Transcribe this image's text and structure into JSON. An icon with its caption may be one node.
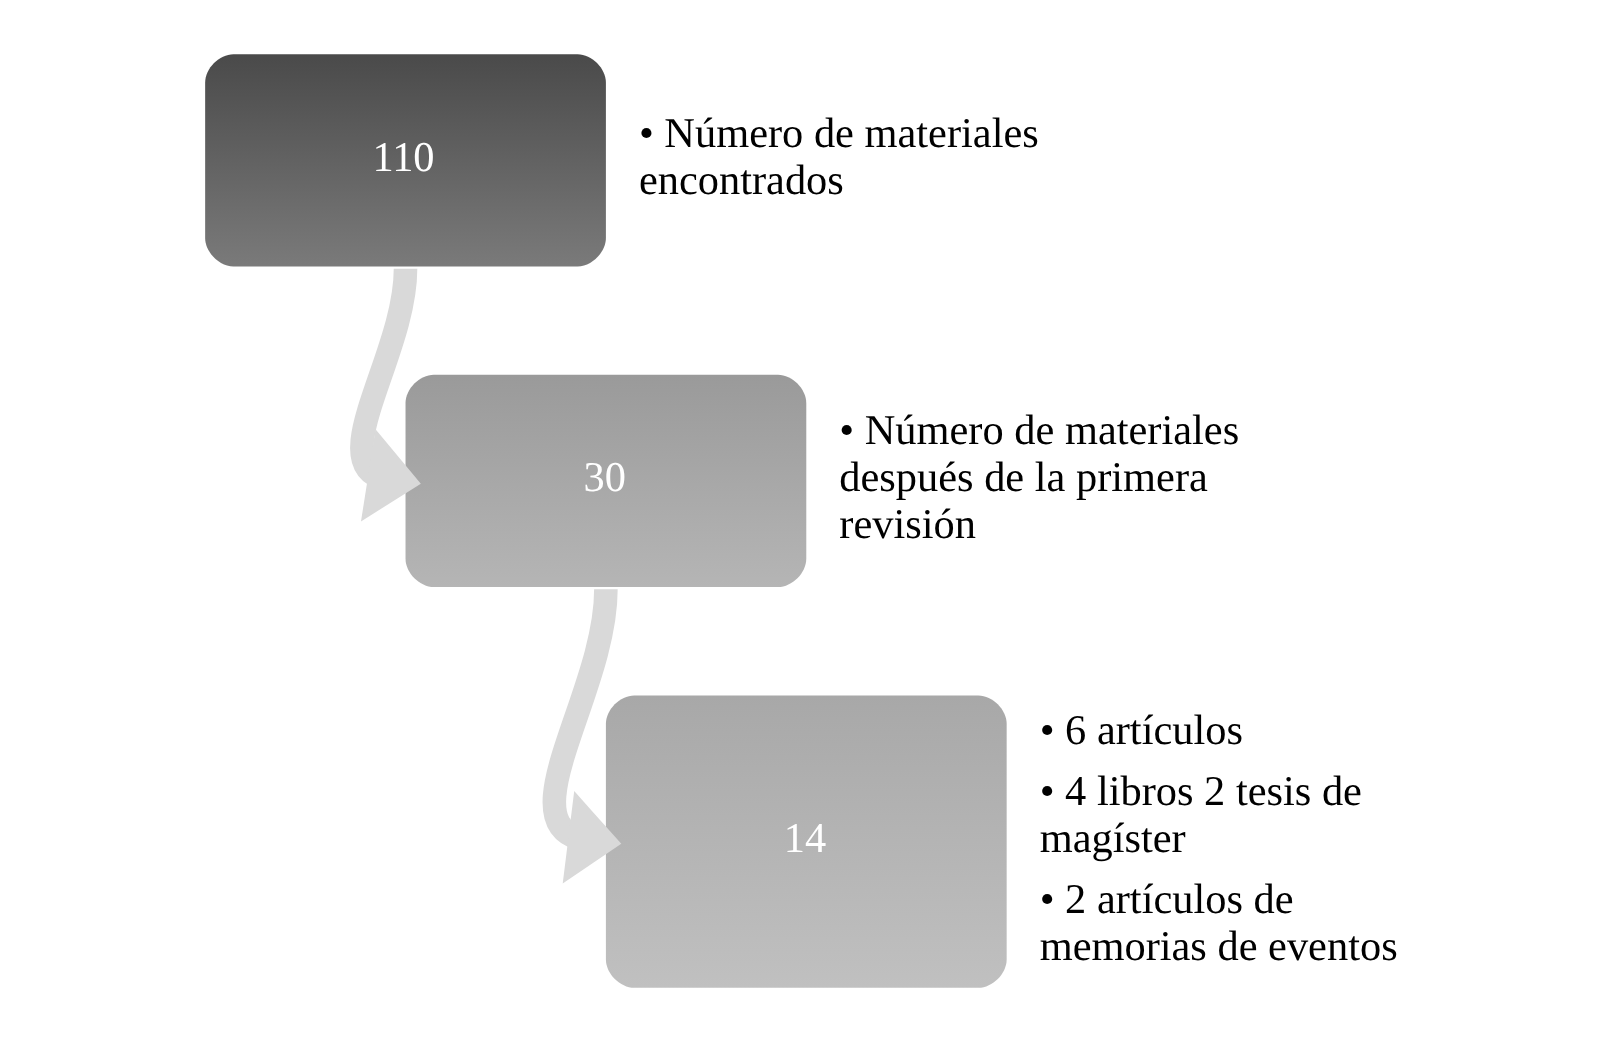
{
  "diagram": {
    "nodes": [
      {
        "text": [
          "110"
        ],
        "beside": [
          "• Número de materiales encontrados"
        ]
      },
      {
        "text": [
          "30"
        ],
        "beside": [
          "• Número de materiales después de la primera revisión"
        ]
      },
      {
        "text": [
          "14"
        ],
        "beside": [
          "• 6 artículos",
          "• 4 libros 2 tesis de magíster",
          "• 2 artículos de memorias de eventos"
        ]
      }
    ],
    "edges": [
      {
        "from": 0,
        "to": 1,
        "arrow": "to"
      },
      {
        "from": 1,
        "to": 2,
        "arrow": "to"
      }
    ]
  }
}
